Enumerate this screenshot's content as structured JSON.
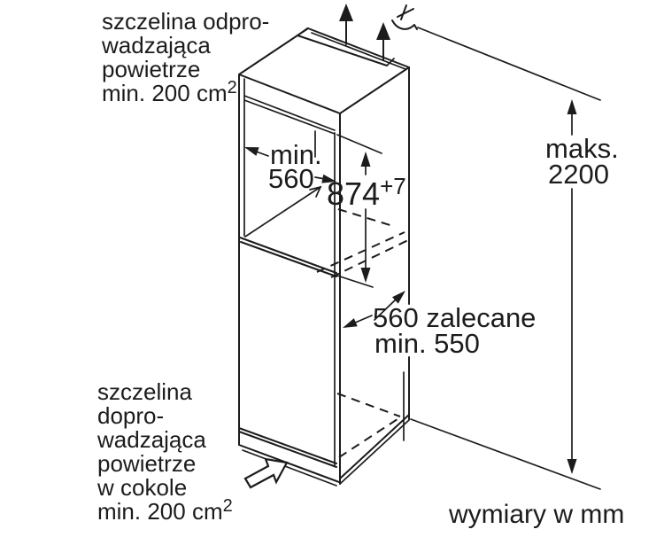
{
  "diagram": {
    "title_semantic": "built-in appliance installation dimensions",
    "background_color": "#ffffff",
    "line_color": "#1c1c1c",
    "labels": {
      "top_left": {
        "lines": [
          "szczelina odpro-",
          "wadzająca",
          "powietrze"
        ],
        "area": {
          "text": "min. 200 cm",
          "sup": "2"
        }
      },
      "bottom_left": {
        "lines": [
          "szczelina",
          "dopro-",
          "wadzająca",
          "powietrze",
          "w cokole"
        ],
        "area": {
          "text": "min. 200 cm",
          "sup": "2"
        }
      },
      "units_note": "wymiary w mm"
    },
    "dimensions": {
      "niche_width": {
        "line1": "min.",
        "line2": "560"
      },
      "niche_height": {
        "text": "874",
        "sup": "+7"
      },
      "max_height": {
        "line1": "maks.",
        "line2": "2200"
      },
      "depth": {
        "line1": "560 zalecane",
        "line2": "min. 550"
      }
    }
  }
}
